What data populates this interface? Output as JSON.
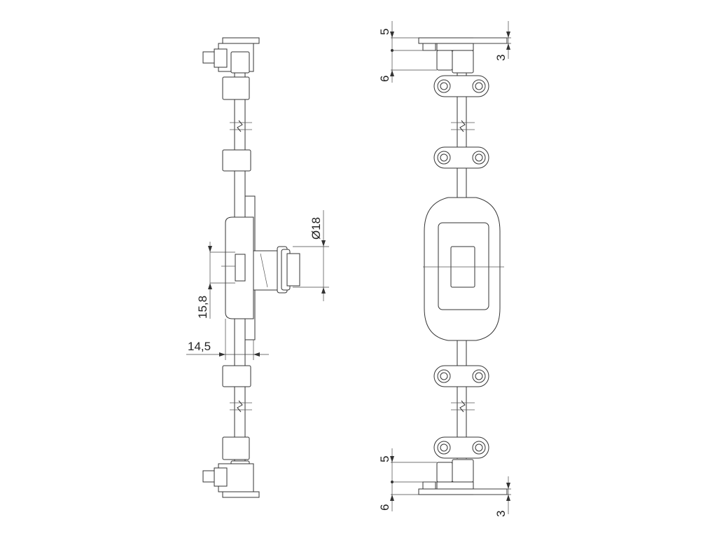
{
  "dimensions": {
    "diameter": "Ø18",
    "cam_offset": "15,8",
    "body_width": "14,5",
    "top_a": "5",
    "top_b": "6",
    "top_c": "3",
    "bottom_a": "5",
    "bottom_b": "6",
    "bottom_c": "3"
  }
}
